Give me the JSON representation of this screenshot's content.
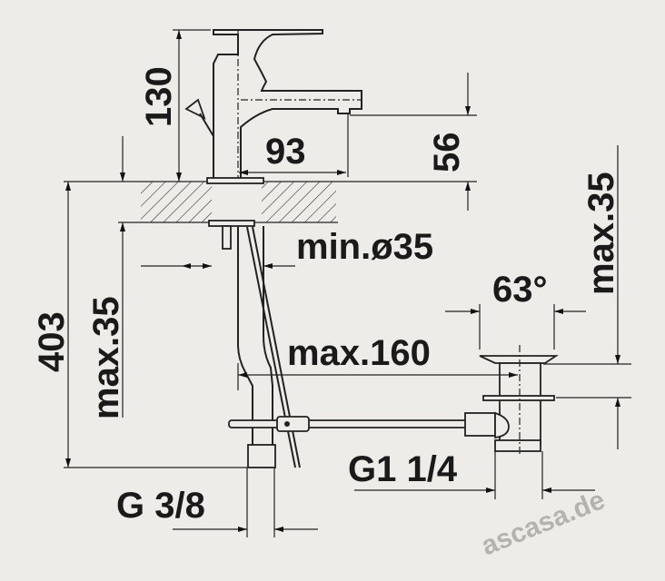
{
  "drawing": {
    "title": "Single-lever basin mixer dimension drawing",
    "labels": {
      "height_total": "130",
      "spout_reach": "93",
      "spout_height": "56",
      "hole_diameter": "min.ø35",
      "overall_depth": "403",
      "counter_thickness_left": "max.35",
      "counter_thickness_right": "max.35",
      "waste_angle": "63°",
      "waste_distance": "max.160",
      "waste_thread": "G1 1/4",
      "supply_thread": "G 3/8"
    },
    "watermark": "ascasa.de",
    "colors": {
      "background": "#edece9",
      "ink": "#1a1a1a",
      "watermark": "#b5b3b0"
    }
  }
}
